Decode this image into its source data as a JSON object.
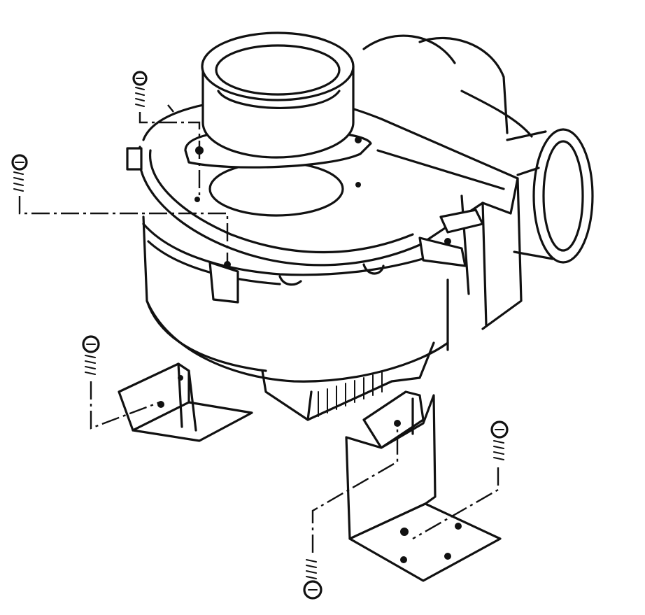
{
  "diagram": {
    "type": "exploded-assembly-line-drawing",
    "colors": {
      "ink": "#111111",
      "paper": "#ffffff"
    },
    "parts": {
      "blower": "centrifugal-blower-housing",
      "inlet_collar": "round-inlet-collar",
      "outlet_duct": "round-outlet-duct",
      "left_bracket": "left-mounting-bracket",
      "right_bracket": "right-l-bracket",
      "screws": [
        "screw-top-center",
        "screw-top-left",
        "screw-bracket-left",
        "screw-bracket-right",
        "screw-bottom"
      ]
    }
  }
}
